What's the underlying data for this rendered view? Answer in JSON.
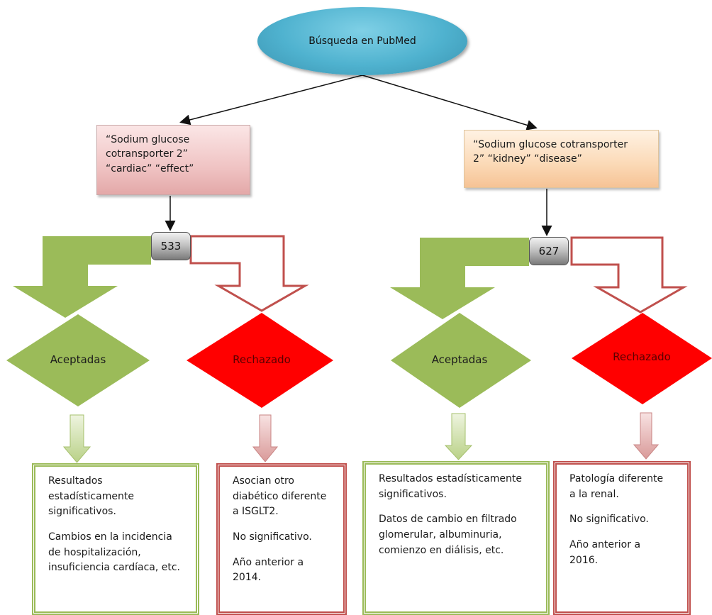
{
  "root": {
    "label": "Búsqueda en PubMed"
  },
  "queries": {
    "left": {
      "line1": "“Sodium glucose",
      "line2": "cotransporter 2”",
      "line3": "“cardiac” “effect”"
    },
    "right": {
      "line1": "“Sodium glucose cotransporter",
      "line2": "2” “kidney” “disease”"
    }
  },
  "counts": {
    "left": "533",
    "right": "627"
  },
  "decisions": {
    "left_accept": "Aceptadas",
    "left_reject": "Rechazado",
    "right_accept": "Aceptadas",
    "right_reject": "Rechazado"
  },
  "results": {
    "box1": {
      "p1_l1": "Resultados",
      "p1_l2": "estadísticamente",
      "p1_l3": "significativos.",
      "p2_l1": "Cambios en la incidencia",
      "p2_l2": "de hospitalización,",
      "p2_l3": "insuficiencia cardíaca, etc."
    },
    "box2": {
      "p1_l1": "Asocian otro",
      "p1_l2": "diabético diferente",
      "p1_l3": "a ISGLT2.",
      "p2": "No significativo.",
      "p3_l1": "Año anterior a",
      "p3_l2": "2014."
    },
    "box3": {
      "p1_l1": "Resultados estadísticamente",
      "p1_l2": "significativos.",
      "p2_l1": "Datos de cambio en filtrado",
      "p2_l2": "glomerular, albuminuria,",
      "p2_l3": "comienzo en diálisis, etc."
    },
    "box4": {
      "p1_l1": "Patología diferente",
      "p1_l2": "a la renal.",
      "p2": "No significativo.",
      "p3_l1": "Año anterior a",
      "p3_l2": "2016."
    }
  },
  "colors": {
    "accept_green": "#9bbb59",
    "reject_red": "#ff0000",
    "outline_red": "#c0504d",
    "root_blue": "#4fb2cf",
    "count_gray": "#a0a0a0"
  }
}
